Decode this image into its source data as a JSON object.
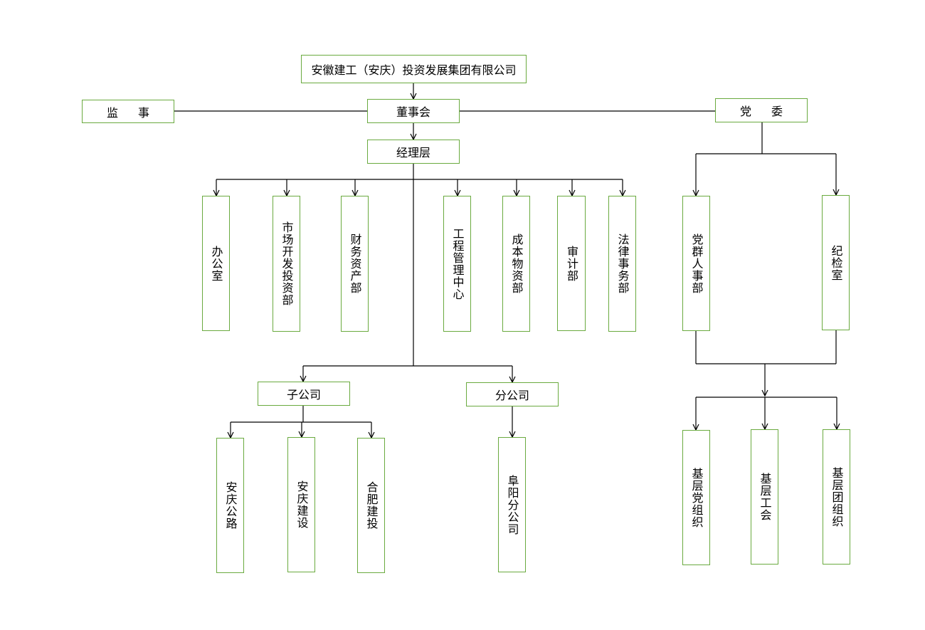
{
  "org_chart": {
    "company": "安徽建工（安庆）投资发展集团有限公司",
    "supervisor": "监事",
    "board": "董事会",
    "party_committee": "党委",
    "management": "经理层",
    "departments": [
      "办公室",
      "市场开发投资部",
      "财务资产部",
      "工程管理中心",
      "成本物资部",
      "审计部",
      "法律事务部"
    ],
    "subsidiaries_group": "子公司",
    "subsidiaries": [
      "安庆公路",
      "安庆建设",
      "合肥建投"
    ],
    "branches_group": "分公司",
    "branches": [
      "阜阳分公司"
    ],
    "party_departments": [
      "党群人事部",
      "纪检室"
    ],
    "grassroots": [
      "基层党组织",
      "基层工会",
      "基层团组织"
    ]
  },
  "colors": {
    "box_border": "#6aaa3f",
    "line": "#000000"
  }
}
